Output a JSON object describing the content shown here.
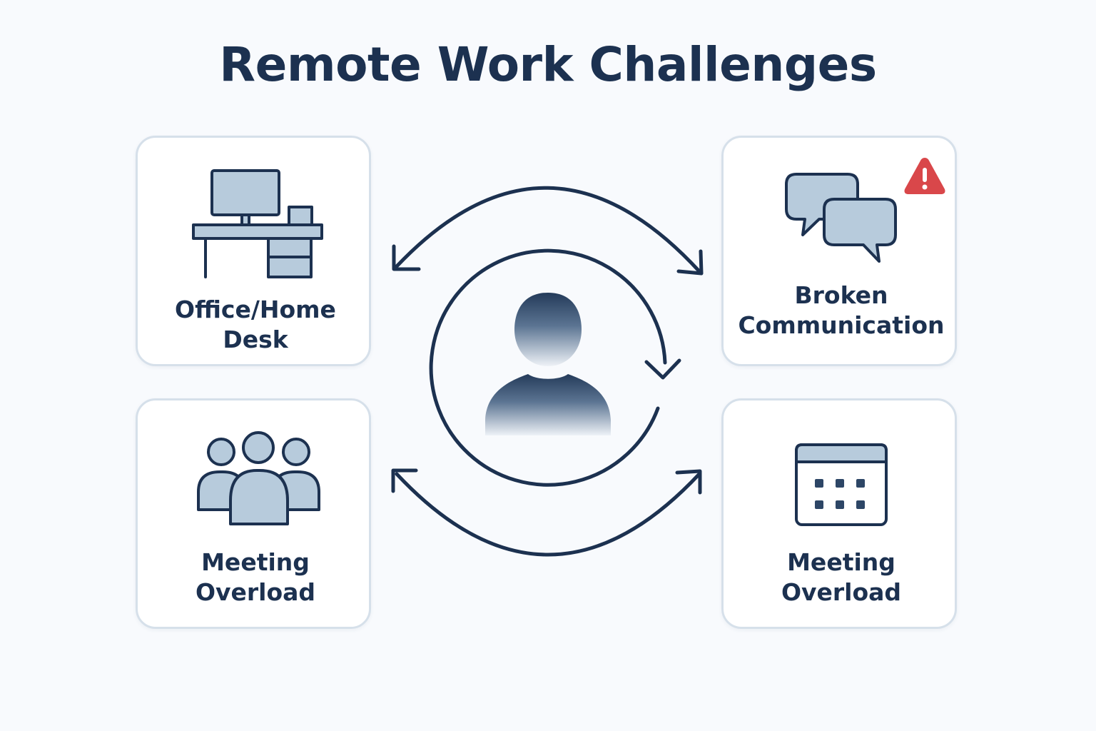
{
  "title": "Remote Work Challenges",
  "cards": {
    "desk": {
      "line1": "Office/Home",
      "line2": "Desk",
      "icon": "desk-computer-icon"
    },
    "communication": {
      "line1": "Broken",
      "line2": "Communication",
      "icon": "chat-bubbles-icon",
      "badge_icon": "warning-icon"
    },
    "meeting_left": {
      "line1": "Meeting",
      "line2": "Overload",
      "icon": "people-group-icon"
    },
    "meeting_right": {
      "line1": "Meeting",
      "line2": "Overload",
      "icon": "calendar-icon"
    }
  },
  "center": {
    "icon": "person-avatar-icon",
    "cycle_icon": "circular-arrows-icon"
  },
  "colors": {
    "ink": "#1c3150",
    "icon_fill": "#b7cbdc",
    "card_border": "#d6e0ea",
    "warning": "#d9474a",
    "background": "#f8fafd"
  }
}
